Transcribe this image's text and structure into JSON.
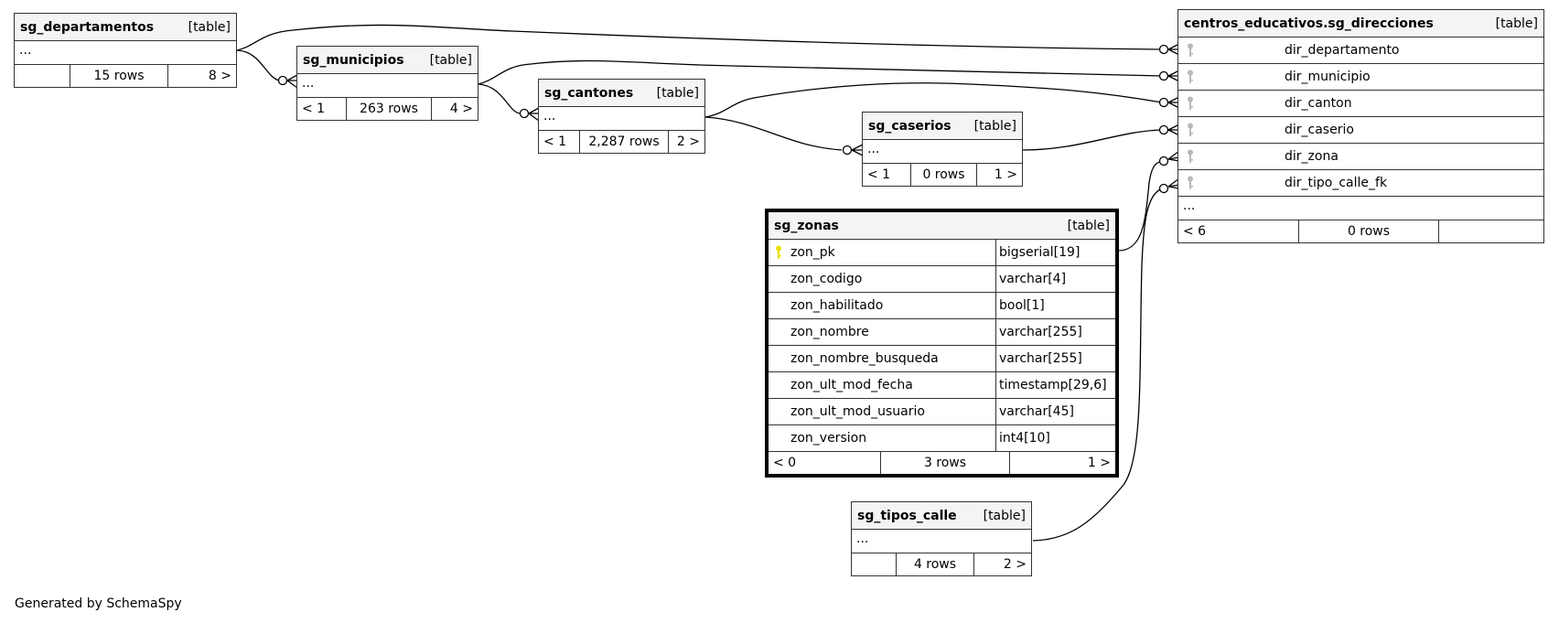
{
  "footer": "Generated by SchemaSpy",
  "tables": {
    "departamentos": {
      "name": "sg_departamentos",
      "type": "[table]",
      "ellipsis": "...",
      "stats": [
        "",
        "15 rows",
        "8 >"
      ]
    },
    "municipios": {
      "name": "sg_municipios",
      "type": "[table]",
      "ellipsis": "...",
      "stats": [
        "< 1",
        "263 rows",
        "4 >"
      ]
    },
    "cantones": {
      "name": "sg_cantones",
      "type": "[table]",
      "ellipsis": "...",
      "stats": [
        "< 1",
        "2,287 rows",
        "2 >"
      ]
    },
    "caserios": {
      "name": "sg_caserios",
      "type": "[table]",
      "ellipsis": "...",
      "stats": [
        "< 1",
        "0 rows",
        "1 >"
      ]
    },
    "direcciones": {
      "name": "centros_educativos.sg_direcciones",
      "type": "[table]",
      "columns": [
        {
          "name": "dir_departamento",
          "key": "foreign-key-icon"
        },
        {
          "name": "dir_municipio",
          "key": "foreign-key-icon"
        },
        {
          "name": "dir_canton",
          "key": "foreign-key-icon"
        },
        {
          "name": "dir_caserio",
          "key": "foreign-key-icon"
        },
        {
          "name": "dir_zona",
          "key": "foreign-key-icon"
        },
        {
          "name": "dir_tipo_calle_fk",
          "key": "foreign-key-icon"
        }
      ],
      "ellipsis": "...",
      "stats": [
        "< 6",
        "0 rows",
        ""
      ]
    },
    "zonas": {
      "name": "sg_zonas",
      "type": "[table]",
      "columns": [
        {
          "name": "zon_pk",
          "type": "bigserial[19]",
          "key": "primary-key-icon"
        },
        {
          "name": "zon_codigo",
          "type": "varchar[4]"
        },
        {
          "name": "zon_habilitado",
          "type": "bool[1]"
        },
        {
          "name": "zon_nombre",
          "type": "varchar[255]"
        },
        {
          "name": "zon_nombre_busqueda",
          "type": "varchar[255]"
        },
        {
          "name": "zon_ult_mod_fecha",
          "type": "timestamp[29,6]"
        },
        {
          "name": "zon_ult_mod_usuario",
          "type": "varchar[45]"
        },
        {
          "name": "zon_version",
          "type": "int4[10]"
        }
      ],
      "stats": [
        "< 0",
        "3 rows",
        "1 >"
      ]
    },
    "tipos_calle": {
      "name": "sg_tipos_calle",
      "type": "[table]",
      "ellipsis": "...",
      "stats": [
        "",
        "4 rows",
        "2 >"
      ]
    }
  },
  "colors": {
    "primary_key": "#e8e000",
    "foreign_key": "#b8b8b8",
    "header_bg": "#f4f4f4",
    "border": "#333333"
  }
}
